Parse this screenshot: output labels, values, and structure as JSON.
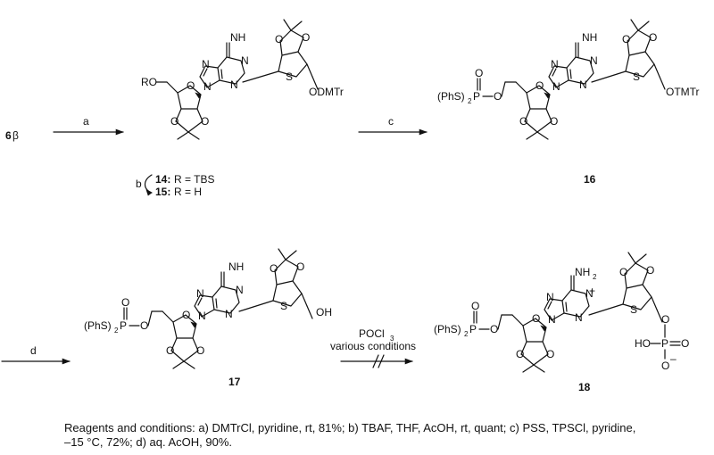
{
  "start": {
    "num": "6",
    "anomer": "β"
  },
  "arrows": {
    "a": "a",
    "b": "b",
    "c": "c",
    "d": "d",
    "e_reagent": "POCl",
    "e_sub": "3",
    "e_conditions": "various conditions"
  },
  "compounds": {
    "c14": {
      "id": "14:",
      "text": "R = TBS"
    },
    "c15": {
      "id": "15:",
      "text": "R = H"
    },
    "c16": "16",
    "c17": "17",
    "c18": "18"
  },
  "labels": {
    "RO": "RO",
    "PhS2P": "(PhS)",
    "PhS2_sub": "2",
    "P": "P",
    "O": "O",
    "S": "S",
    "N": "N",
    "NH": "NH",
    "NH2": "NH",
    "NH2_sub": "2",
    "plus": "+",
    "minus": "–",
    "ODMTr": "ODMTr",
    "OTMTr": "OTMTr",
    "OH": "OH",
    "HO": "HO",
    "phos_P": "P",
    "phos_O": "O"
  },
  "caption": "Reagents and conditions: a) DMTrCl, pyridine, rt, 81%; b) TBAF, THF, AcOH, rt, quant; c) PSS, TPSCl, pyridine, –15 °C, 72%; d) aq. AcOH, 90%."
}
